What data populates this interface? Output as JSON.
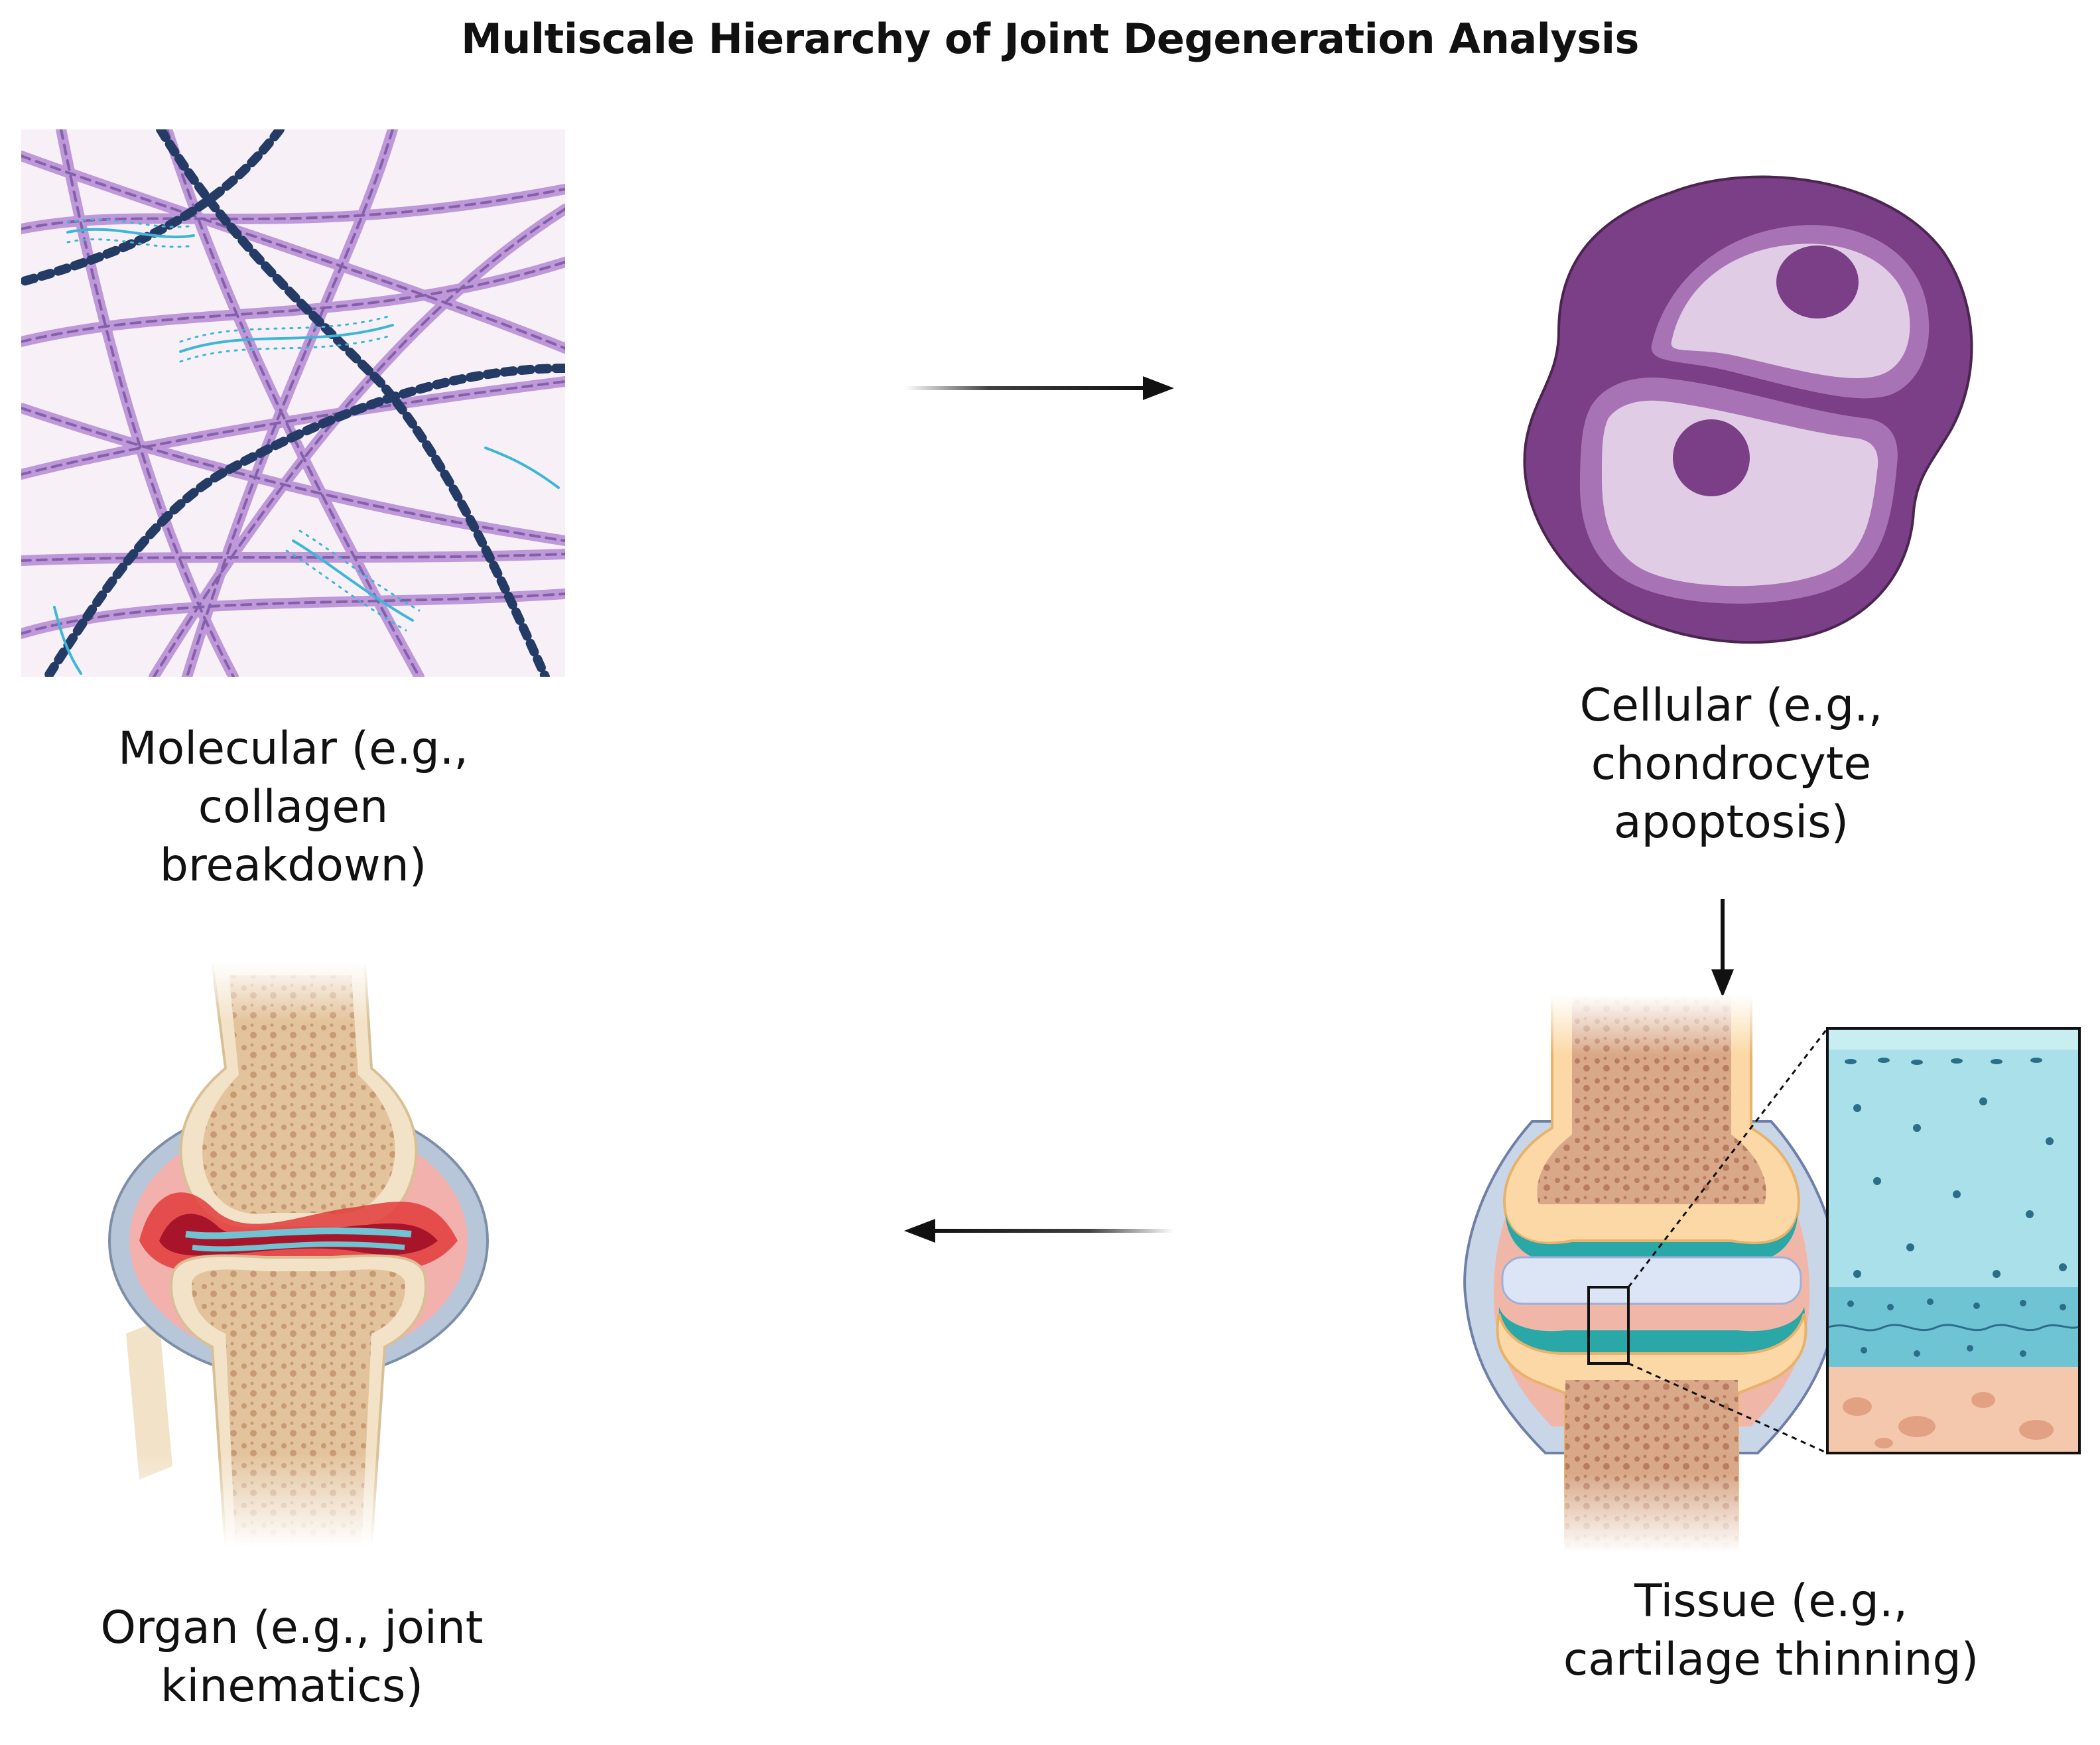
{
  "title": "Multiscale Hierarchy of Joint Degeneration Analysis",
  "stages": {
    "molecular": {
      "lines": [
        "Molecular (e.g.,",
        "collagen",
        "breakdown)"
      ]
    },
    "cellular": {
      "lines": [
        "Cellular (e.g.,",
        "chondrocyte",
        "apoptosis)"
      ]
    },
    "tissue": {
      "lines": [
        "Tissue (e.g.,",
        "cartilage thinning)"
      ]
    },
    "organ": {
      "lines": [
        "Organ (e.g., joint",
        "kinematics)"
      ]
    }
  },
  "colors": {
    "collagen": "#9b6fc0",
    "chain": "#2b3f6b",
    "glycan": "#3fb6d6",
    "cell": "#7a3f86",
    "bone": "#e8c79f",
    "cartilage": "#bfe3ea",
    "inflammation": "#e23b3b",
    "arrow": "#111111"
  }
}
